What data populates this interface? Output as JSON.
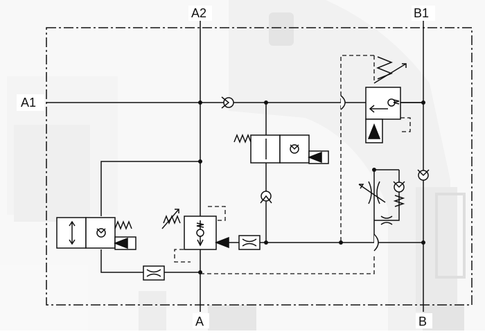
{
  "diagram": {
    "ports": {
      "A2": "A2",
      "B1": "B1",
      "A1": "A1",
      "A": "A",
      "B": "B"
    },
    "colors": {
      "line": "#111111",
      "background_photo": "#d9d9d9",
      "background": "#ffffff"
    },
    "symbols": [
      "check-valve",
      "solenoid-directional-valve",
      "pressure-relief-valve",
      "throttle-orifice",
      "adjustable-throttle",
      "pilot-operated-valve"
    ]
  }
}
